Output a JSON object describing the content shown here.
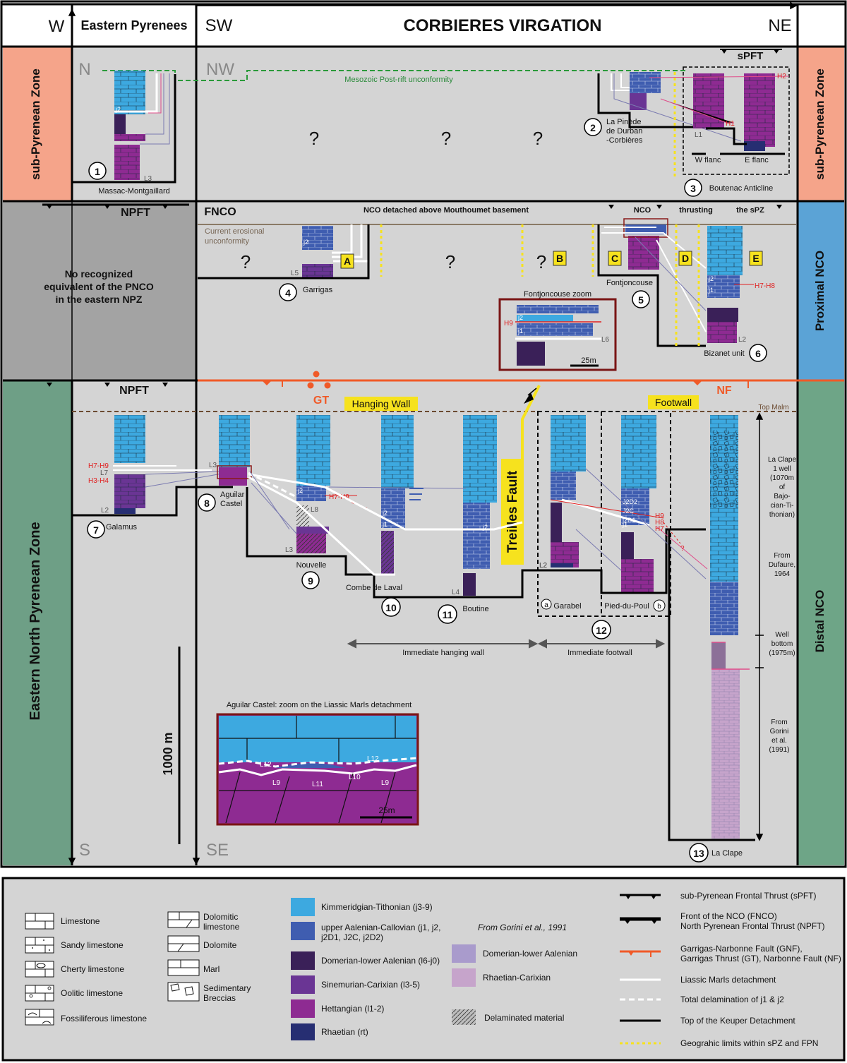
{
  "header": {
    "w": "W",
    "eastern_pyrenees": "Eastern Pyrenees",
    "sw": "SW",
    "title": "CORBIERES VIRGATION",
    "ne": "NE"
  },
  "zones": {
    "left_sub_pyrenean": "sub-Pyrenean Zone",
    "right_sub_pyrenean": "sub-Pyrenean Zone",
    "proximal_nco": "Proximal NCO",
    "eastern_npz": "Eastern North Pyrenean Zone",
    "distal_nco": "Distal NCO"
  },
  "colors": {
    "kimmeridgian": "#3DA9E0",
    "aalenian_callovian": "#3F5DB0",
    "domerian": "#3A2058",
    "sinemurian": "#6A3594",
    "hettangian": "#8E2B92",
    "rhaetian": "#262E72",
    "gorini_domerian": "#A99BCC",
    "gorini_rhaetian": "#C6A4CB",
    "panel_grey": "#D4D4D4",
    "sub_pyrenean": "#F5A48A",
    "proximal_blue": "#5BA3D6",
    "npz_green": "#6E9F86",
    "distal_green": "#6EA587",
    "no_equiv_grey": "#A3A3A3",
    "fault_orange": "#F05A28",
    "treilles_yellow": "#F6E21E"
  },
  "top_panel": {
    "n": "N",
    "nw": "NW",
    "unconformity": "Mesozoic Post-rift unconformity",
    "spft": "sPFT",
    "q": "?",
    "loc1_num": "1",
    "loc1": "Massac-Montgaillard",
    "loc2_num": "2",
    "loc2": "La Pinède\nde Durban\n-Corbières",
    "loc3_num": "3",
    "loc3": "Boutenac Anticline",
    "w_flanc": "W flanc",
    "e_flanc": "E flanc",
    "h1": "H1",
    "h2": "H2",
    "l1": "L1",
    "l3": "L3",
    "j2": "j2"
  },
  "mid_panel": {
    "npft": "NPFT",
    "no_equiv": "No recognized\nequivalent of the PNCO\nin the eastern NPZ",
    "fnco": "FNCO",
    "detached": "NCO  detached above Mouthoumet basement",
    "nco": "NCO",
    "thrusting": "thrusting",
    "the_spz": "the sPZ",
    "erosional": "Current erosional\nunconformity",
    "q": "?",
    "boxA": "A",
    "boxB": "B",
    "boxC": "C",
    "boxD": "D",
    "boxE": "E",
    "loc4_num": "4",
    "loc4": "Garrigas",
    "loc5_num": "5",
    "loc5": "Fontjoncouse",
    "loc6_num": "6",
    "loc6": "Bizanet unit",
    "zoom_title": "Fontjoncouse zoom",
    "zoom_scale": "25m",
    "h9": "H9",
    "h7h8": "H7-H8",
    "l5": "L5",
    "l6": "L6",
    "l2": "L2",
    "j1": "j1",
    "j2": "j2"
  },
  "bottom_panel": {
    "npft": "NPFT",
    "gt": "GT",
    "nf": "NF",
    "hanging_wall": "Hanging Wall",
    "footwall": "Footwall",
    "top_malm": "Top Malm",
    "treilles": "Treilles Fault",
    "s": "S",
    "se": "SE",
    "loc7_num": "7",
    "loc7": "Galamus",
    "loc8_num": "8",
    "loc8": "Aguilar\nCastel",
    "loc9_num": "9",
    "loc9": "Nouvelle",
    "loc10_num": "10",
    "loc10": "Combe de Laval",
    "loc11_num": "11",
    "loc11": "Boutine",
    "loc12_num": "12",
    "loc12a": "Garabel",
    "loc12b": "Pied-du-Poul",
    "a": "a",
    "b": "b",
    "loc13_num": "13",
    "loc13": "La Clape",
    "immediate_hw": "Immediate hanging wall",
    "immediate_fw": "Immediate footwall",
    "scale": "1000 m",
    "clape_1": "La Clape\n1 well\n(1070m\nof\nBajo-\ncian-Ti-\nthonian)",
    "clape_2": "From\nDufaure,\n1964",
    "clape_3": "Well\nbottom\n(1975m)",
    "clape_4": "From\nGorini\net al.\n(1991)",
    "aguilar_zoom": "Aguilar Castel: zoom on the Liassic Marls detachment",
    "zoom_scale": "25m",
    "h7h9": "H7-H9",
    "l7": "L7",
    "h3h4": "H3-H4",
    "l2": "L2",
    "l3": "L3",
    "l8": "L8",
    "l4": "L4",
    "h9": "H9",
    "h8": "H8",
    "h7": "H7",
    "j2d2": "J2D2",
    "j2c": "J2C",
    "j2d1": "j2D1",
    "j1": "j1",
    "j2": "j2",
    "l9": "L9",
    "l10": "L10",
    "l11": "L11",
    "l12": "L12"
  },
  "legend": {
    "lith": [
      "Limestone",
      "Sandy limestone",
      "Cherty limestone",
      "Oolitic limestone",
      "Fossiliferous limestone"
    ],
    "lith2": [
      "Dolomitic\nlimestone",
      "Dolomite",
      "Marl",
      "Sedimentary\nBreccias"
    ],
    "strat": [
      "Kimmeridgian-Tithonian (j3-9)",
      "upper Aalenian-Callovian (j1, j2,\nj2D1, J2C, j2D2)",
      "Domerian-lower Aalenian (l6-j0)",
      "Sinemurian-Carixian (l3-5)",
      "Hettangian (l1-2)",
      "Rhaetian (rt)"
    ],
    "gorini_title": "From Gorini et al., 1991",
    "gorini": [
      "Domerian-lower Aalenian",
      "Rhaetian-Carixian"
    ],
    "delaminated": "Delaminated material",
    "lines": [
      "sub-Pyrenean Frontal Thrust (sPFT)",
      "Front of the NCO (FNCO)\nNorth Pyrenean Frontal Thrust (NPFT)",
      "Garrigas-Narbonne Fault (GNF),\nGarrigas Thrust (GT), Narbonne Fault (NF)",
      "Liassic Marls detachment",
      "Total delamination of j1 & j2",
      "Top of the Keuper Detachment",
      "Geograhic limits within sPZ and FPN"
    ]
  }
}
